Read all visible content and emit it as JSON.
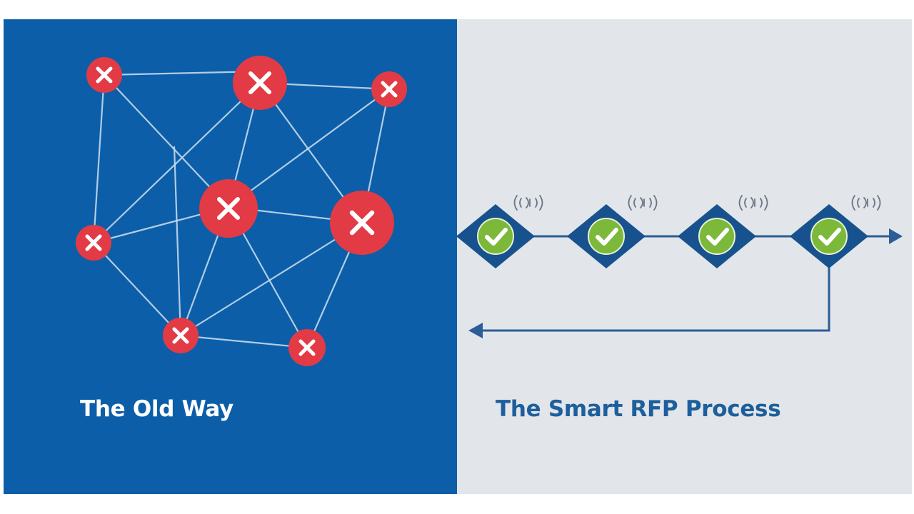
{
  "left_panel": {
    "title": "The Old Way",
    "node_icon": "x-icon",
    "node_color": "#e23b46"
  },
  "right_panel": {
    "title": "The Smart RFP Process",
    "step_icon": "checkmark-icon",
    "step_count": 4,
    "step_color": "#7cb83a",
    "diamond_color": "#17528f",
    "signal_glyph": "(())"
  },
  "colors": {
    "left_background": "#0c5ea8",
    "right_background": "#e2e5e9",
    "flow_line": "#2b5d96"
  }
}
